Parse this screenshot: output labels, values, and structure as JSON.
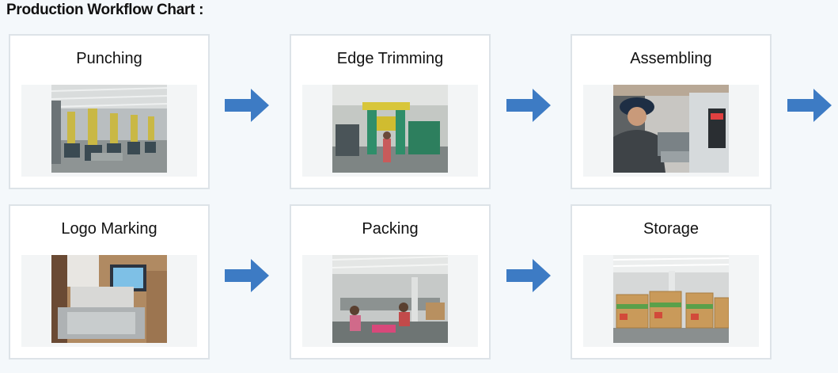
{
  "title": "Production Workflow Chart :",
  "steps": [
    {
      "label": "Punching"
    },
    {
      "label": "Edge Trimming"
    },
    {
      "label": "Assembling"
    },
    {
      "label": "Logo Marking"
    },
    {
      "label": "Packing"
    },
    {
      "label": "Storage"
    }
  ],
  "colors": {
    "arrow": "#3d7bc4",
    "card_border": "#dde3e8",
    "background": "#f4f8fb"
  }
}
